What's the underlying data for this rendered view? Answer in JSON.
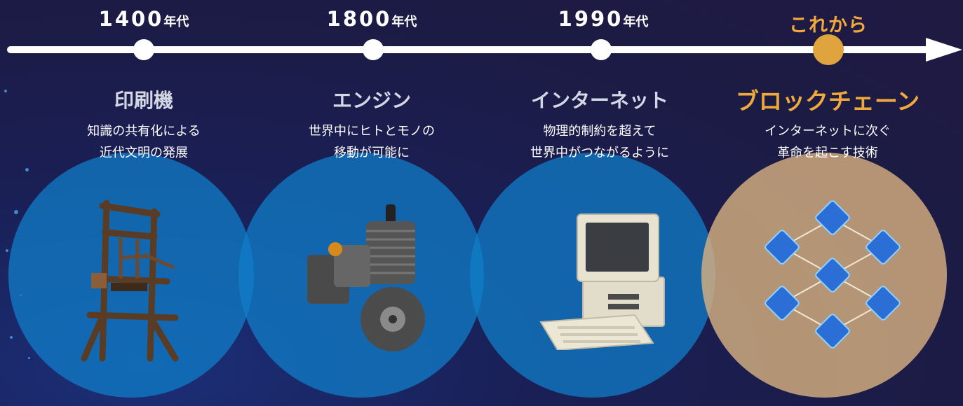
{
  "timeline": [
    {
      "era": "1400",
      "suffix": "年代",
      "title": "印刷機",
      "desc1": "知識の共有化による",
      "desc2": "近代文明の発展",
      "image": "printing-press"
    },
    {
      "era": "1800",
      "suffix": "年代",
      "title": "エンジン",
      "desc1": "世界中にヒトとモノの",
      "desc2": "移動が可能に",
      "image": "engine"
    },
    {
      "era": "1990",
      "suffix": "年代",
      "title": "インターネット",
      "desc1": "物理的制約を超えて",
      "desc2": "世界中がつながるように",
      "image": "computer"
    },
    {
      "era": "これから",
      "suffix": "",
      "title": "ブロックチェーン",
      "desc1": "インターネットに次ぐ",
      "desc2": "革命を起こす技術",
      "image": "blockchain-network"
    }
  ],
  "colors": {
    "accent": "#f0a93b",
    "circle_blue": "#107ec8",
    "circle_gold": "#d6b080",
    "background": "#1c1b45"
  }
}
